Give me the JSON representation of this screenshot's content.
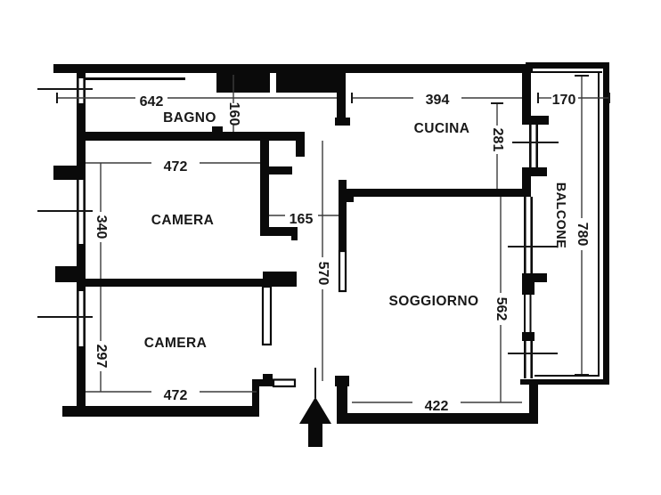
{
  "plan": {
    "rooms": {
      "bagno": {
        "label": "BAGNO",
        "width": "642",
        "depth": "160"
      },
      "cucina": {
        "label": "CUCINA",
        "width": "394",
        "depth": "281"
      },
      "camera_1": {
        "label": "CAMERA",
        "width": "472",
        "depth": "340"
      },
      "camera_2": {
        "label": "CAMERA",
        "width": "472",
        "depth": "297"
      },
      "soggiorno": {
        "label": "SOGGIORNO",
        "width": "422",
        "depth": "562"
      },
      "balcone": {
        "label": "BALCONE",
        "width": "170",
        "length": "780"
      },
      "corridoio": {
        "width": "165",
        "length": "570"
      }
    },
    "colors": {
      "walls": "#0a0a0a",
      "text": "#181818",
      "dim_lines": "#3c3c3c",
      "background": "#ffffff"
    }
  }
}
